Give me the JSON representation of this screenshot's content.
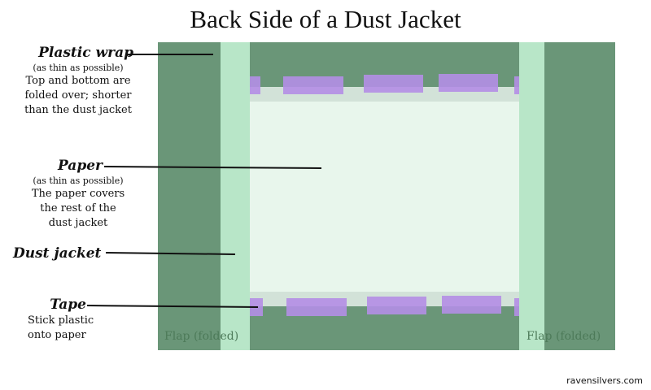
{
  "title": "Back Side of a Dust Jacket",
  "labels": {
    "plastic_wrap": {
      "heading": "Plastic wrap",
      "sub": "(as thin as possible)",
      "body": [
        "Top and bottom are",
        "folded over; shorter",
        "than the dust jacket"
      ]
    },
    "paper": {
      "heading": "Paper",
      "sub": "(as thin as possible)",
      "body": [
        "The paper covers",
        "the rest of the",
        "dust jacket"
      ]
    },
    "dust_jacket": {
      "heading": "Dust jacket"
    },
    "tape": {
      "heading": "Tape",
      "body": [
        "Stick plastic",
        "onto paper"
      ]
    }
  },
  "flaps": {
    "left": "Flap (folded)",
    "right": "Flap (folded)"
  },
  "credit": "ravensilvers.com",
  "colors": {
    "dust_jacket": "#6a9678",
    "plastic_wrap": "#b8e6c8",
    "paper": "#e8f6ec",
    "fold_band": "#d2e2d8",
    "tape": "#b48ee6",
    "leader_line": "#111111"
  }
}
